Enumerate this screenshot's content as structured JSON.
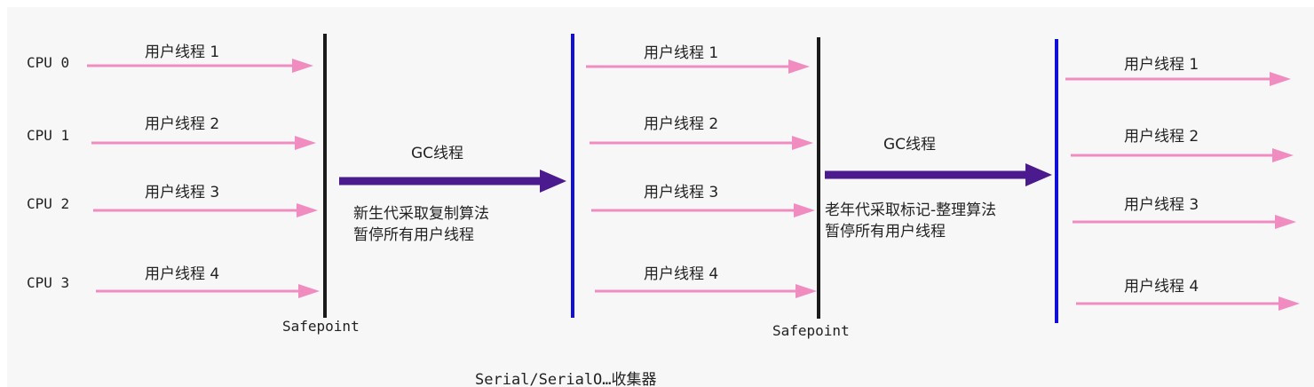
{
  "cpu_labels": [
    "CPU 0",
    "CPU 1",
    "CPU 2",
    "CPU 3"
  ],
  "user_thread_labels": [
    "用户线程 1",
    "用户线程 2",
    "用户线程 3",
    "用户线程 4"
  ],
  "gc_phases": [
    {
      "gc_label": "GC线程",
      "description": [
        "新生代采取复制算法",
        "暂停所有用户线程"
      ]
    },
    {
      "gc_label": "GC线程",
      "description": [
        "老年代采取标记-整理算法",
        "暂停所有用户线程"
      ]
    }
  ],
  "safepoint_label": "Safepoint",
  "caption": "Serial/SerialO…收集器",
  "colors": {
    "user_thread_arrow": "#f08cc0",
    "gc_thread_arrow": "#4b1a8f",
    "safepoint_line": "#1a1a1a",
    "resume_line": "#1010d8",
    "background": "#f7f7f7"
  }
}
